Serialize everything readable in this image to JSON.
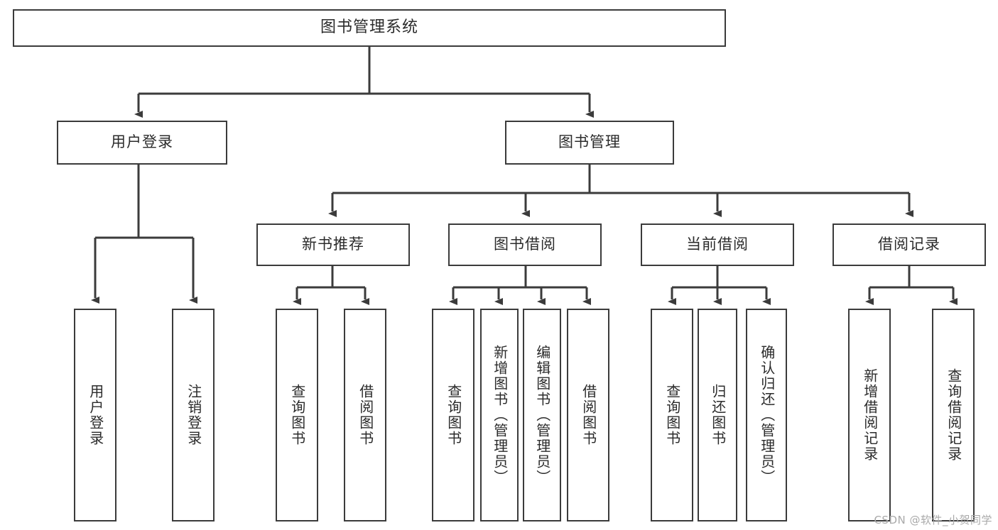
{
  "diagram": {
    "title": "图书管理系统",
    "type": "tree",
    "root": {
      "label": "图书管理系统"
    },
    "level2": [
      {
        "label": "用户登录"
      },
      {
        "label": "图书管理"
      }
    ],
    "level3": [
      {
        "label": "新书推荐"
      },
      {
        "label": "图书借阅"
      },
      {
        "label": "当前借阅"
      },
      {
        "label": "借阅记录"
      }
    ],
    "leaves": {
      "user_login": [
        {
          "label": "用户登录"
        },
        {
          "label": "注销登录"
        }
      ],
      "new_book_recommend": [
        {
          "label": "查询图书"
        },
        {
          "label": "借阅图书"
        }
      ],
      "book_borrow": [
        {
          "label": "查询图书"
        },
        {
          "label": "新增图书（管理员）"
        },
        {
          "label": "编辑图书（管理员）"
        },
        {
          "label": "借阅图书"
        }
      ],
      "current_borrow": [
        {
          "label": "查询图书"
        },
        {
          "label": "归还图书"
        },
        {
          "label": "确认归还（管理员）"
        }
      ],
      "borrow_record": [
        {
          "label": "新增借阅记录"
        },
        {
          "label": "查询借阅记录"
        }
      ]
    },
    "watermark": "CSDN @软件_小贺同学",
    "colors": {
      "stroke": "#3b3b3b",
      "fill": "#ffffff",
      "text": "#2b2b2b",
      "watermark": "#a9a9a9"
    }
  }
}
